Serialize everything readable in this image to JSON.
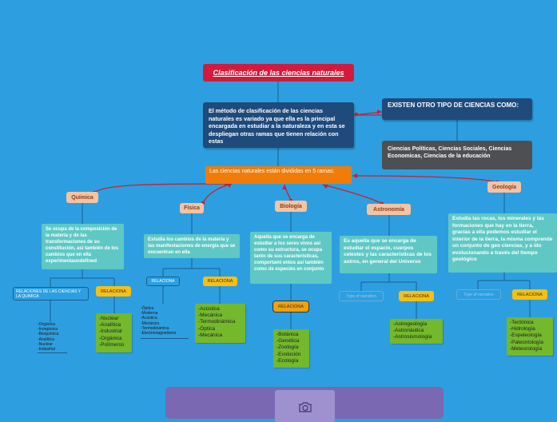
{
  "title": "Clasificación de las ciencias naturales",
  "method": "El método de clasificación de las ciencias naturales es variado ya que ella es la principal encargada en estudiar a la naturaleza y en esta se despliegan otras ramas que tienen relación con estas",
  "other_question": "EXISTEN OTRO TIPO DE CIENCIAS COMO:",
  "other_list": "Ciencias Políticas, Ciencias Sociales, Ciencias Economicas, Ciencias de la educación",
  "ramas": "Las ciencias naturales están divididas en 5 ramas:",
  "branches": [
    {
      "name": "Química",
      "desc": "Se ocupa de la composición de la materia y de las transformaciones de su constitución, así también de los cambios que en ella experimentaundefined",
      "relation_topic": "RELACIONES DE LAS CIENCIAS Y LA QUIMICA",
      "relaciona": "RELACIONA",
      "list_left": [
        "-Orgánica",
        "-Inorgánica",
        "-Bioquímica",
        "-Analítica",
        "-Nuclear",
        "-Industrial"
      ],
      "list_right": [
        "-Nuclear",
        "-Analítica",
        "-Industrial",
        "-Orgánica",
        "-Polímeros"
      ]
    },
    {
      "name": "Física",
      "desc": "Estudia los cambios de la materia y las manifestaciones de energía que se encuentran en ella",
      "relation_topic": "RELACIONA",
      "relaciona": "RELACIONA",
      "list_left": [
        "-Óptica",
        "-Moderna",
        "-Acústica",
        "-Mecánica",
        "-Termodinámica",
        "-Electromagnetismo"
      ],
      "list_right": [
        "-Acústica",
        "-Mecánica",
        "-Termodinámica",
        "-Óptica",
        "-Mecánica"
      ]
    },
    {
      "name": "Biología",
      "desc": "Aquella que se encarga de estudiar a los seres vivos así como su estructura, se ocupa tanto de sus características, comportami entos así también como de especies en conjunto",
      "relaciona": "RELACIONA",
      "list_right": [
        "-Botánica",
        "-Genética",
        "-Zoología",
        "-Evolución",
        "-Ecología"
      ]
    },
    {
      "name": "Astronomía",
      "desc": "Es aquella que se encarga de estudiar el espacio, cuerpos celestes y las características de los astros, en general del Universo",
      "relation_topic": "Type of narration",
      "relaciona": "RELACIONA",
      "list_right": [
        "-Astrogeología",
        "-Astronáutica",
        "-Astrosismología"
      ]
    },
    {
      "name": "Geología",
      "desc": "Estudia las rocas, los minerales y las formaciones que hay en la tierra, gracias a ella podemos estudiar el interior de la tierra, la misma comprende un conjunto de geo ciencias, y a ido evolucionando a través del tiempo geológico",
      "relation_topic": "Type of narration",
      "relaciona": "RELACIONA",
      "list_right": [
        "-Tectónica",
        "-Hidrología",
        "-Espeleología",
        "-Paleontología",
        "-Meteorología"
      ]
    }
  ],
  "colors": {
    "background": "#2d9fe0",
    "title": "#d21b3c",
    "navy": "#1f4a7c",
    "orange": "#f07c0a",
    "teal": "#5fc8c5",
    "green": "#74b82b",
    "yellow": "#f6c012",
    "connector_red": "#c8202e"
  },
  "footer_icon": "camera-icon"
}
